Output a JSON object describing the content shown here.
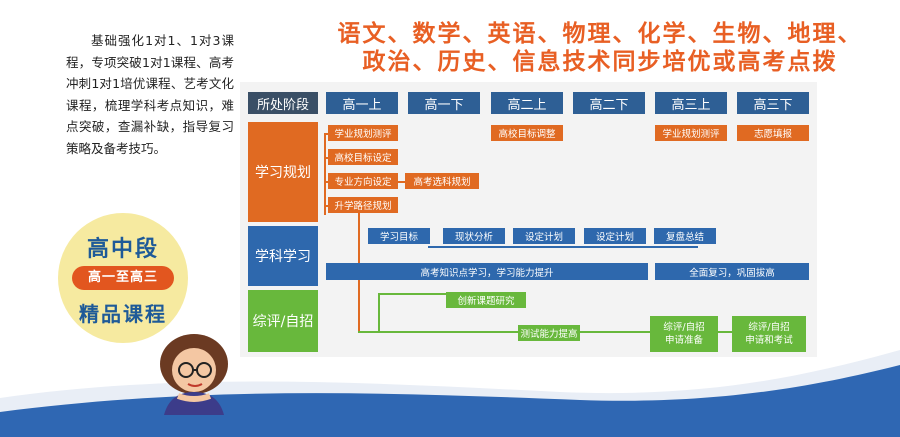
{
  "intro": "基础强化1对1、1对3课程，专项突破1对1课程、高考冲刺1对1培优课程、艺考文化课程，梳理学科考点知识，难点突破，查漏补缺，指导复习策略及备考技巧。",
  "badge": {
    "title": "高中段",
    "pill": "高一至高三",
    "subtitle": "精品课程"
  },
  "heading": {
    "line1": "语文、数学、英语、物理、化学、生物、地理、",
    "line2": "政治、历史、信息技术同步培优或高考点拨"
  },
  "table": {
    "corner": "所处阶段",
    "stages": [
      "高一上",
      "高一下",
      "高二上",
      "高二下",
      "高三上",
      "高三下"
    ],
    "rows": [
      "学习规划",
      "学科学习",
      "综评/自招"
    ],
    "planning": {
      "a1": "学业规划测评",
      "a2": "高校目标设定",
      "a3": "专业方向设定",
      "a4": "升学路径规划",
      "b1": "高考选科规划",
      "c1": "高校目标调整",
      "d1": "学业规划测评",
      "e1": "志愿填报"
    },
    "study": {
      "steps": [
        "学习目标",
        "现状分析",
        "设定计划",
        "设定计划",
        "复盘总结"
      ],
      "bar": "高考知识点学习，学习能力提升",
      "bar2": "全面复习，巩固拔高"
    },
    "comp": {
      "c1": "创新课题研究",
      "c2": "测试能力提高",
      "c3a": "综评/自招",
      "c3b": "申请准备",
      "c4a": "综评/自招",
      "c4b": "申请和考试"
    }
  },
  "colors": {
    "orange": "#e06a22",
    "blue": "#2e68ad",
    "green": "#68b83c",
    "title": "#e85f24",
    "navy": "#1e5a98"
  }
}
